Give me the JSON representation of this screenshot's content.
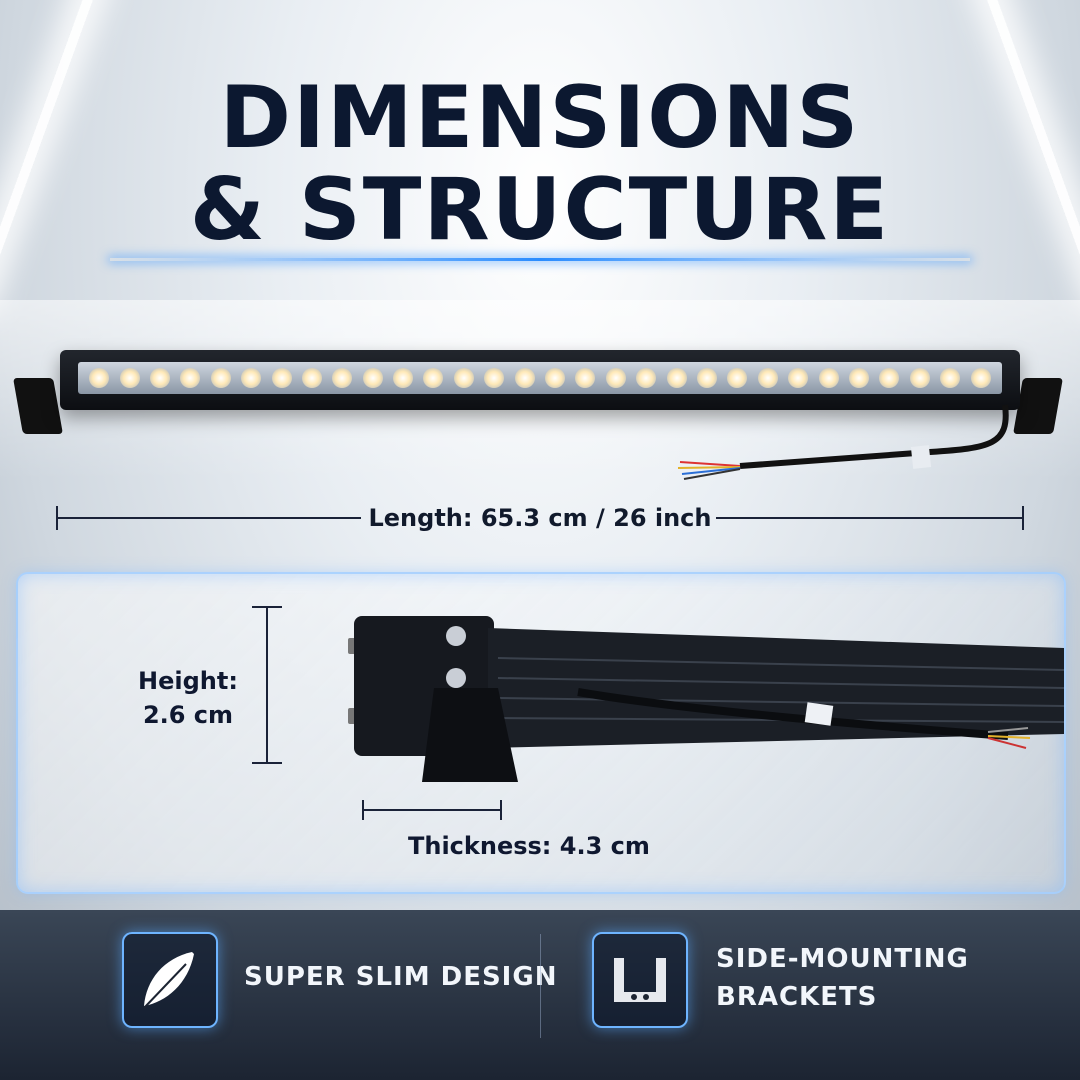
{
  "title": {
    "line1": "DIMENSIONS",
    "line2": "& STRUCTURE"
  },
  "dimensions": {
    "length": "Length: 65.3 cm / 26 inch",
    "height_line1": "Height:",
    "height_line2": "2.6 cm",
    "thickness": "Thickness: 4.3 cm"
  },
  "features": [
    {
      "label": "SUPER SLIM DESIGN",
      "icon": "feather-icon"
    },
    {
      "label_line1": "SIDE-MOUNTING",
      "label_line2": "BRACKETS",
      "icon": "bracket-icon"
    }
  ],
  "colors": {
    "title": "#0c1830",
    "accent": "#2a8cff",
    "panel_border": "#a0cdff",
    "bottom_bg": "#1c2432"
  }
}
